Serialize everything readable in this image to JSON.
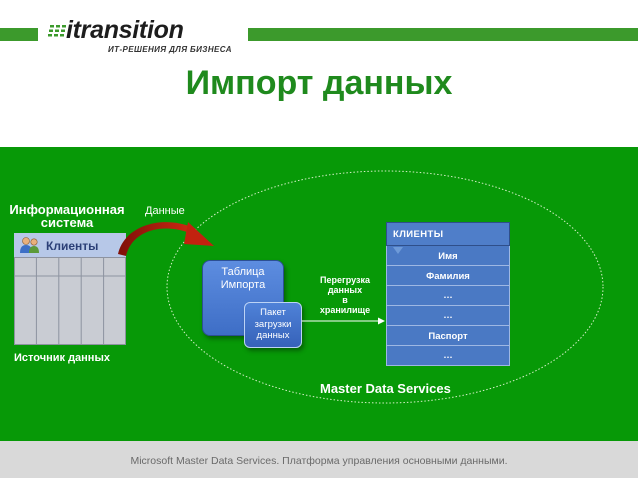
{
  "header": {
    "logo_text": "itransition",
    "logo_tagline": "ИТ-РЕШЕНИЯ ДЛЯ БИЗНЕСА",
    "title": "Импорт данных"
  },
  "diagram": {
    "info_system_label_line1": "Информационная",
    "info_system_label_line2": "система",
    "data_label": "Данные",
    "source_table_header": "Клиенты",
    "source_caption": "Источник данных",
    "import_table_line1": "Таблица",
    "import_table_line2": "Импорта",
    "package_line1": "Пакет",
    "package_line2": "загрузки",
    "package_line3": "данных",
    "transfer_line1": "Перегрузка",
    "transfer_line2": "данных",
    "transfer_line3": "в",
    "transfer_line4": "хранилище",
    "clients_header": "КЛИЕНТЫ",
    "clients_rows": [
      "Имя",
      "Фамилия",
      "…",
      "…",
      "Паспорт",
      "…"
    ],
    "mds_label": "Master Data Services"
  },
  "footer": {
    "text": "Microsoft Master Data Services. Платформа управления основными данными."
  },
  "colors": {
    "panel_green": "#079907",
    "title_green": "#1f8a1d",
    "table_blue": "#4a79c4",
    "arrow_red": "#b0170c"
  }
}
